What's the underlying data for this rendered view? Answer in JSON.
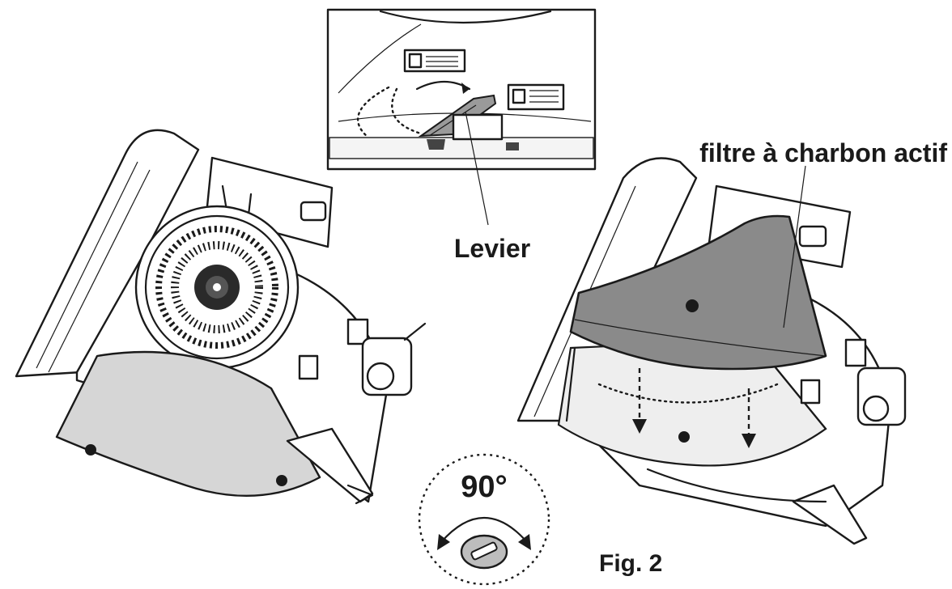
{
  "labels": {
    "filter": "filtre à charbon actif",
    "lever": "Levier",
    "angle": "90°",
    "figure": "Fig. 2"
  },
  "colors": {
    "ink": "#1a1a1a",
    "cover_grey": "#d6d6d6",
    "filter_grey": "#8a8a8a",
    "background": "#ffffff"
  }
}
